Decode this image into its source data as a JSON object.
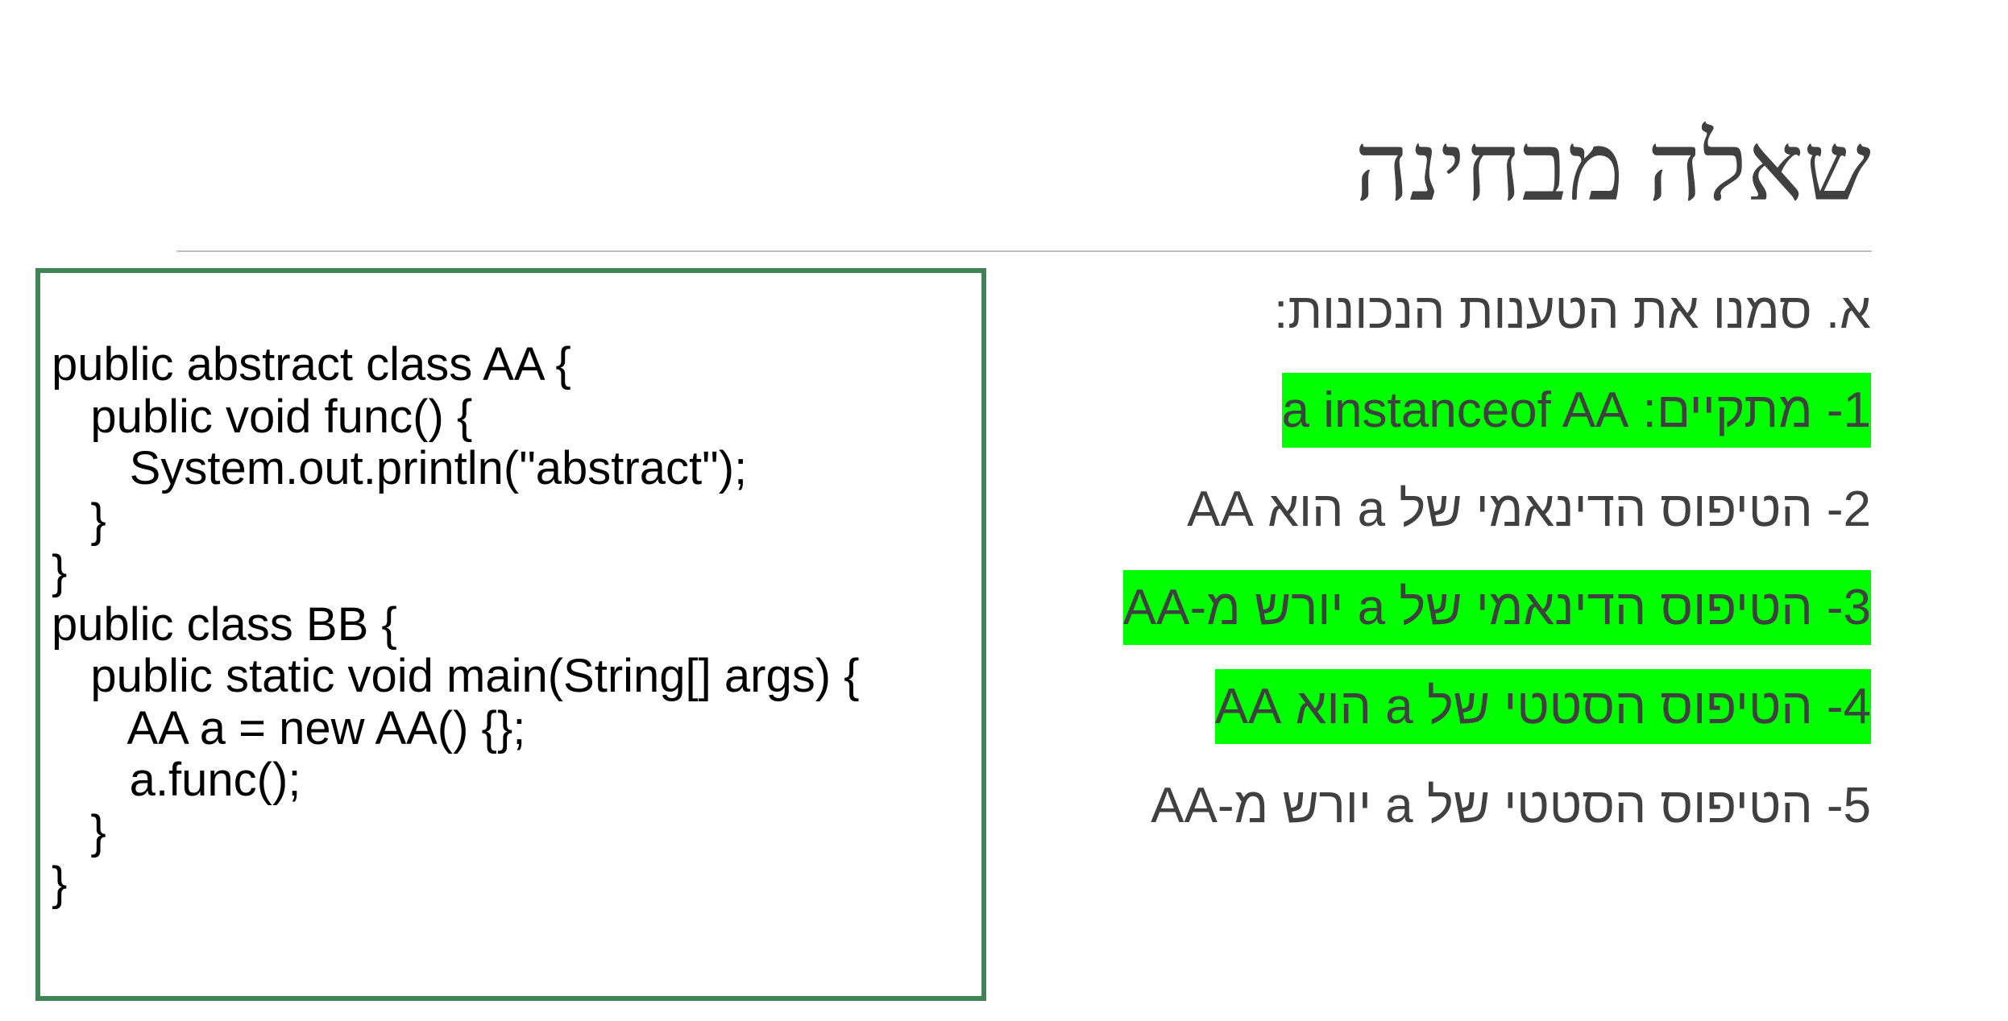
{
  "slide": {
    "title": "שאלה מבחינה"
  },
  "code": {
    "text": "public abstract class AA {\n   public void func() {\n      System.out.println(\"abstract\");\n   }\n}\npublic class BB {\n   public static void main(String[] args) {\n      AA a = new AA() {};\n      a.func();\n   }\n}"
  },
  "questions": {
    "heading": "א. סמנו את הטענות הנכונות:",
    "items": [
      {
        "text": "1- מתקיים: a instanceof AA",
        "highlighted": true
      },
      {
        "text": "2- הטיפוס הדינאמי של a הוא AA",
        "highlighted": false
      },
      {
        "text": "3- הטיפוס הדינאמי של a יורש מ-AA",
        "highlighted": true
      },
      {
        "text": "4- הטיפוס הסטטי של a הוא AA",
        "highlighted": true
      },
      {
        "text": "5- הטיפוס הסטטי של a יורש מ-AA",
        "highlighted": false
      }
    ]
  },
  "colors": {
    "highlight": "#00ff00",
    "code_border": "#3f8356",
    "text": "#404040"
  }
}
